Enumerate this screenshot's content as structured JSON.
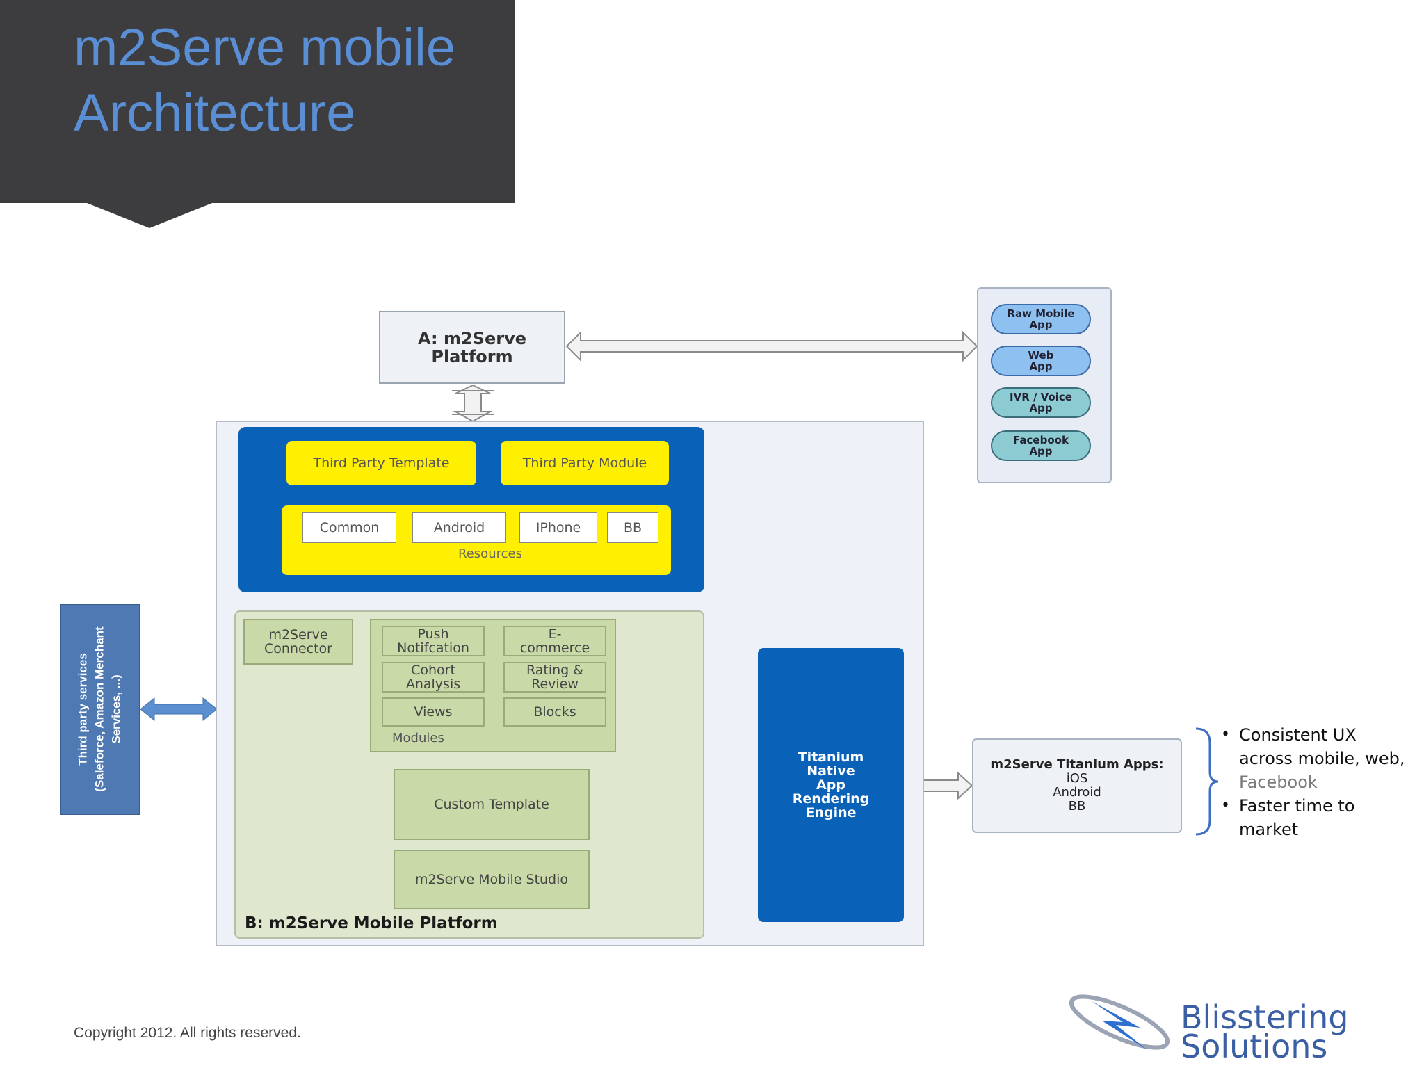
{
  "title": {
    "line1": "m2Serve mobile",
    "line2": "Architecture"
  },
  "diagram": {
    "platform_a": {
      "line1": "A: m2Serve",
      "line2": "Platform"
    },
    "client_apps": [
      {
        "line1": "Raw Mobile",
        "line2": "App"
      },
      {
        "line1": "Web",
        "line2": "App"
      },
      {
        "line1": "IVR / Voice",
        "line2": "App"
      },
      {
        "line1": "Facebook",
        "line2": "App"
      }
    ],
    "third_party_template": "Third Party Template",
    "third_party_module": "Third Party Module",
    "resources": {
      "items": [
        "Common",
        "Android",
        "IPhone",
        "BB"
      ],
      "label": "Resources"
    },
    "connector": {
      "line1": "m2Serve",
      "line2": "Connector"
    },
    "modules": {
      "push": {
        "line1": "Push",
        "line2": "Notifcation"
      },
      "ecommerce": {
        "line1": "E-",
        "line2": "commerce"
      },
      "cohort": {
        "line1": "Cohort",
        "line2": "Analysis"
      },
      "rating": {
        "line1": "Rating &",
        "line2": "Review"
      },
      "views": "Views",
      "blocks": "Blocks",
      "label": "Modules"
    },
    "custom_template": "Custom Template",
    "mobile_studio": "m2Serve Mobile Studio",
    "platform_b": "B: m2Serve Mobile Platform",
    "titanium_engine": [
      "Titanium",
      "Native",
      "App",
      "Rendering",
      "Engine"
    ],
    "titanium_apps": {
      "title": "m2Serve Titanium Apps:",
      "platforms": [
        "iOS",
        "Android",
        "BB"
      ]
    },
    "third_party_services": {
      "line1": "Third party services",
      "line2": "(Saleforce, Amazon Merchant",
      "line3": "Services, ...)"
    }
  },
  "bullets": {
    "item1": {
      "main": "Consistent UX across mobile, web, ",
      "muted": "Facebook"
    },
    "item2": "Faster time to market"
  },
  "footer": {
    "copyright": "Copyright 2012. All rights reserved.",
    "logo_line1": "Blisstering",
    "logo_line2": "Solutions"
  },
  "colors": {
    "title_bg": "#3d3d3f",
    "title_text": "#5a8fd6",
    "platform_blue": "#0a62b8",
    "highlight_yellow": "#ffef00",
    "module_green": "#c9d9a7",
    "logo_blue": "#3a5fa5"
  }
}
